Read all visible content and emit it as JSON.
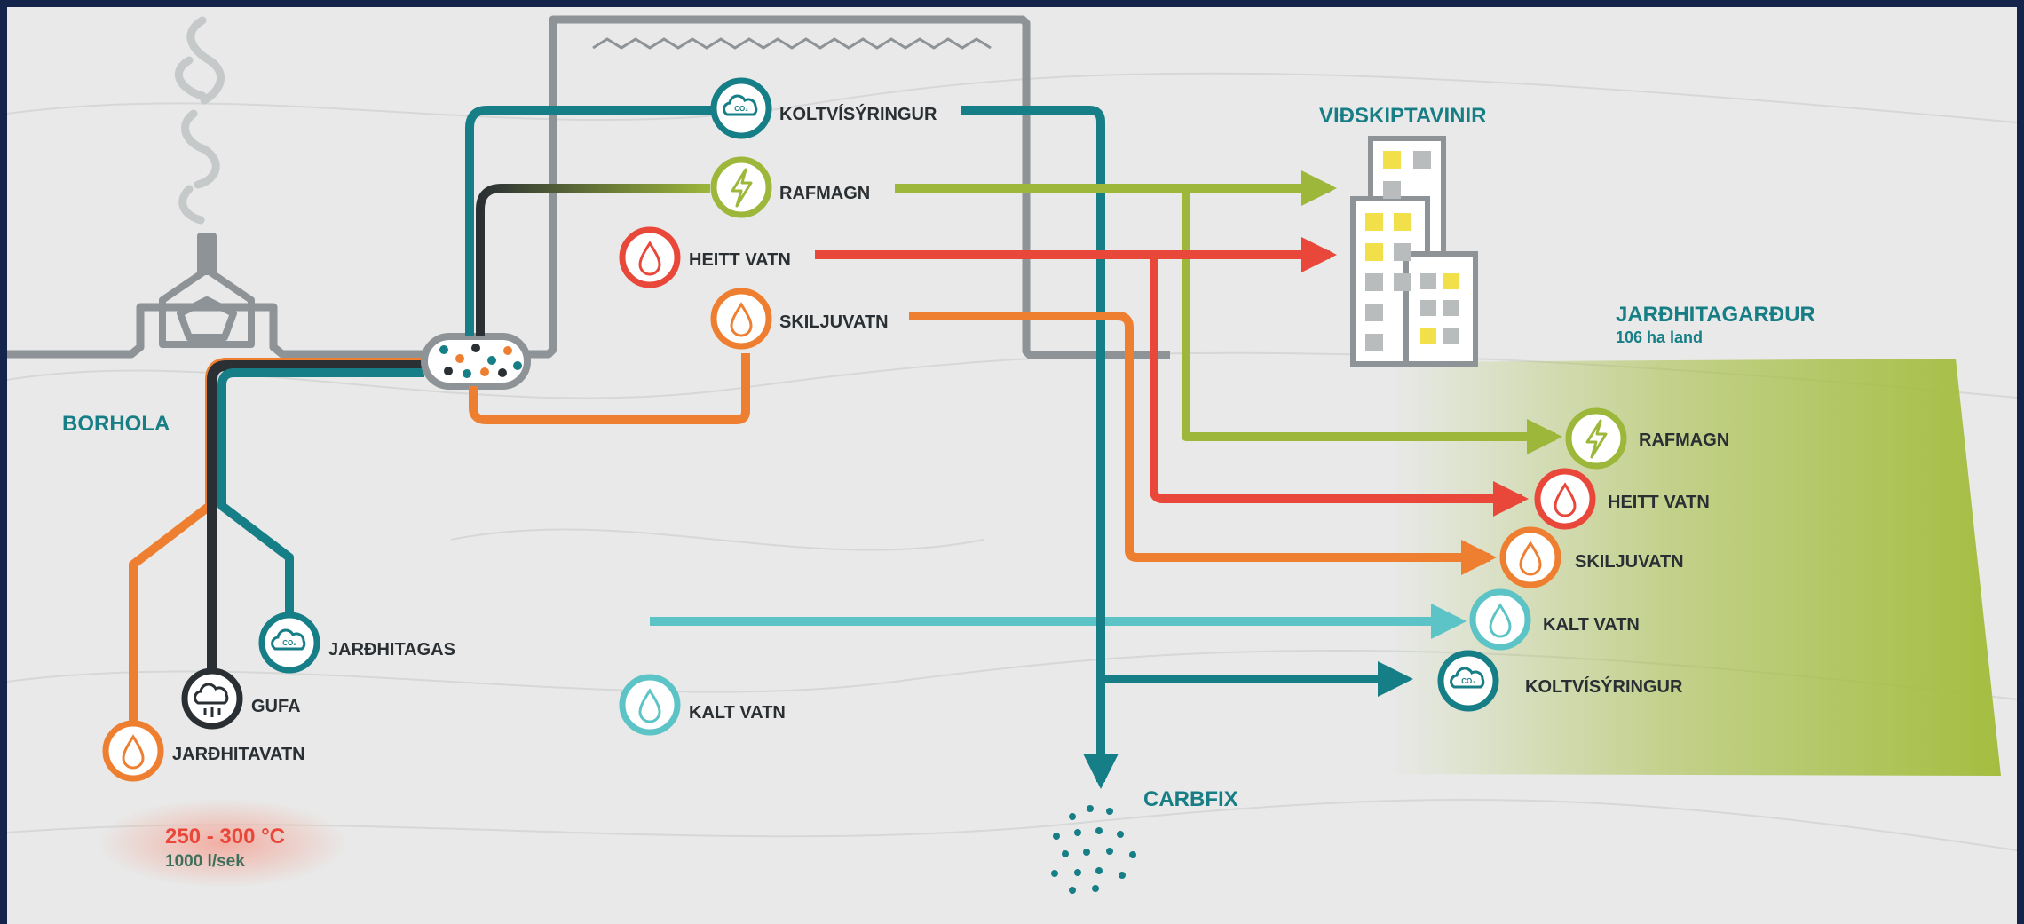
{
  "labels": {
    "borhola": "BORHOLA",
    "vidskiptavinir": "VIÐSKIPTAVINIR",
    "jardhitagardur": "JARÐHITAGARÐUR",
    "jardhitagardur_sub": "106 ha land",
    "carbfix": "CARBFIX",
    "temperature": "250 - 300 °C",
    "flow": "1000 l/sek"
  },
  "plant_outputs": {
    "co2": "KOLTVÍSÝRINGUR",
    "electricity": "RAFMAGN",
    "hot_water": "HEITT VATN",
    "return_water": "SKILJUVATN",
    "cold_water": "KALT VATN"
  },
  "well_outputs": {
    "gas": "JARÐHITAGAS",
    "steam": "GUFA",
    "geo_water": "JARÐHITAVATN"
  },
  "park_inputs": {
    "electricity": "RAFMAGN",
    "hot_water": "HEITT VATN",
    "return_water": "SKILJUVATN",
    "cold_water": "KALT VATN",
    "co2": "KOLTVÍSÝRINGUR"
  },
  "icon_text": "CO₂",
  "colors": {
    "teal": "#167e86",
    "green": "#9cb73a",
    "red": "#e8473a",
    "orange": "#ee7f31",
    "cyan": "#5cc3c6",
    "dark": "#2a2f33",
    "gray": "#8d9396",
    "park": "#a5bd40",
    "background": "#e8e9e8",
    "frame": "#15244a"
  },
  "icons": [
    "co2-cloud-icon",
    "lightning-icon",
    "water-drop-icon",
    "steam-cloud-icon",
    "building-icon",
    "well-tower-icon",
    "separator-icon",
    "carbfix-dots-icon"
  ]
}
